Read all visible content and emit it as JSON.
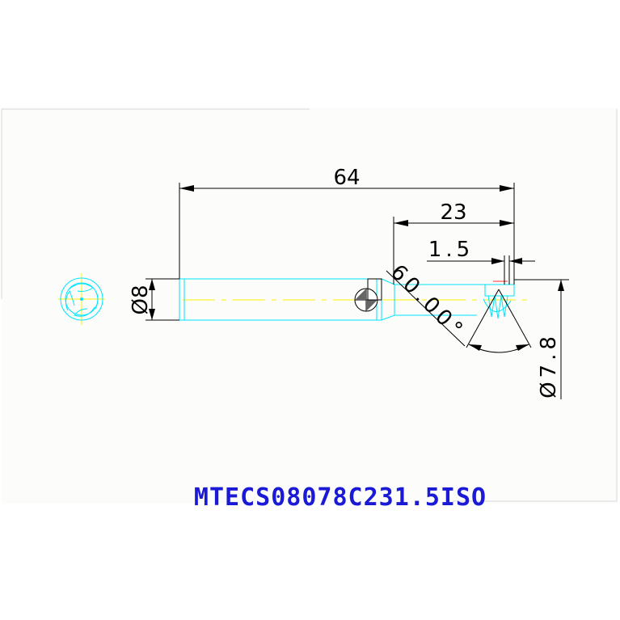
{
  "drawing": {
    "part_number": "MTECS08078C231.5ISO",
    "colors": {
      "background": "#ffffff",
      "paper": "#fcfcfa",
      "outline": "#00e5ff",
      "centerline": "#ffee00",
      "dimension": "#000000",
      "label": "#1a1ad6",
      "accent": "#ff3030"
    },
    "dimensions": {
      "overall_length": "64",
      "flute_length": "23",
      "tip_length": "1.5",
      "point_angle": "60.00°",
      "shank_diameter": "Ø8",
      "cutting_diameter": "Ø7.8"
    }
  }
}
